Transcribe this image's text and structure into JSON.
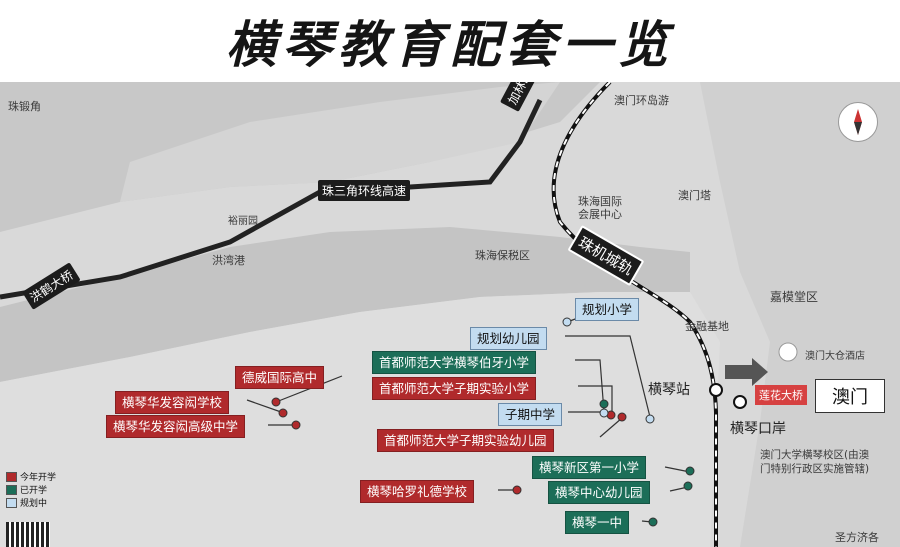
{
  "title": "横琴教育配套一览",
  "map_labels": {
    "top_left_corner": "珠锻角",
    "tunnel": "加林山隧道",
    "expressway": "珠三角环线高速",
    "yuling": "裕丽园",
    "hongwan": "洪湾港",
    "bridge": "洪鹤大桥",
    "convention": "珠海国际\n会展中心",
    "bonded": "珠海保税区",
    "railway": "珠机城轨",
    "macau_loop": "澳门环岛游",
    "macau_tower": "澳门塔",
    "jiamo": "嘉模堂区",
    "finance": "金融基地",
    "hengqin_station": "横琴站",
    "hengqin_port": "横琴口岸",
    "lotus_bridge": "莲花大桥",
    "macau": "澳门",
    "hotel": "澳门大仓酒店",
    "um_campus": "澳门大学横琴校区(由澳\n门特别行政区实施管辖)",
    "bottom_right": "圣方济各"
  },
  "schools": [
    {
      "name": "规划小学",
      "status": "planned"
    },
    {
      "name": "规划幼儿园",
      "status": "planned"
    },
    {
      "name": "首都师范大学横琴伯牙小学",
      "status": "opened"
    },
    {
      "name": "首都师范大学子期实验小学",
      "status": "this_year"
    },
    {
      "name": "子期中学",
      "status": "planned"
    },
    {
      "name": "首都师范大学子期实验幼儿园",
      "status": "this_year"
    },
    {
      "name": "德威国际高中",
      "status": "this_year"
    },
    {
      "name": "横琴华发容闳学校",
      "status": "this_year"
    },
    {
      "name": "横琴华发容闳高级中学",
      "status": "this_year"
    },
    {
      "name": "横琴新区第一小学",
      "status": "opened"
    },
    {
      "name": "横琴中心幼儿园",
      "status": "opened"
    },
    {
      "name": "横琴哈罗礼德学校",
      "status": "this_year"
    },
    {
      "name": "横琴一中",
      "status": "opened"
    }
  ],
  "legend": [
    {
      "label": "今年开学",
      "color": "#b02a2c"
    },
    {
      "label": "已开学",
      "color": "#1c6e58"
    },
    {
      "label": "规划中",
      "color": "#c3dcf0"
    }
  ]
}
